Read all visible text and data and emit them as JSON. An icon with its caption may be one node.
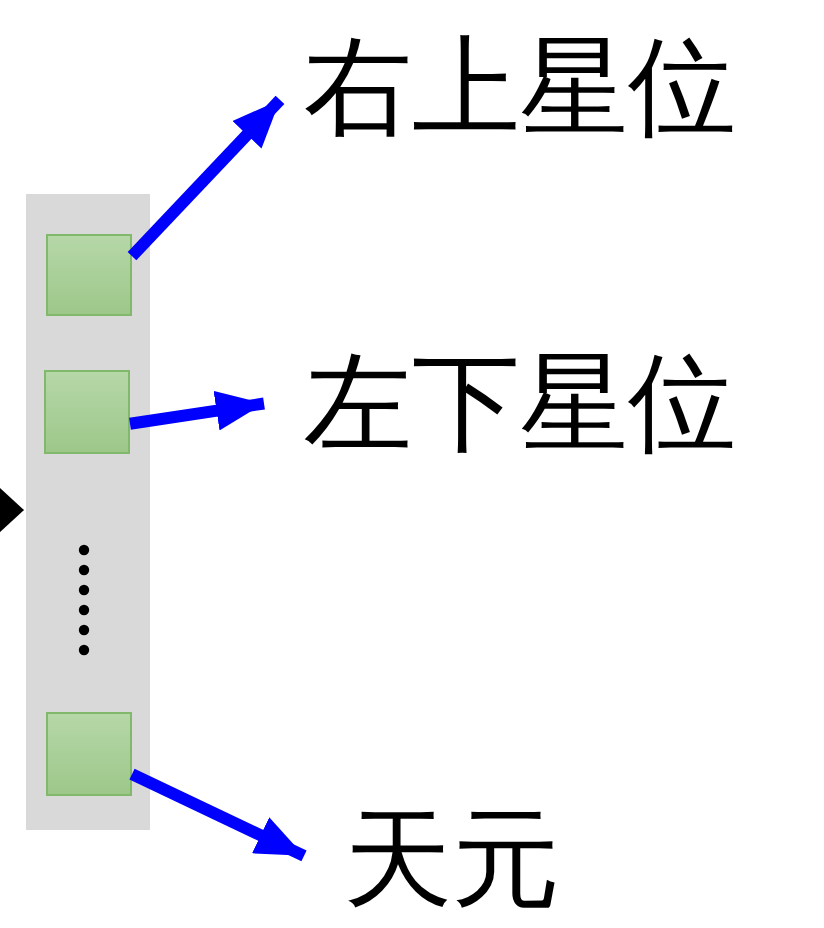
{
  "diagram": {
    "nodes": [
      {
        "text": [],
        "shape": "bar"
      },
      {
        "text": [],
        "shape": "box",
        "in": 0
      },
      {
        "text": [],
        "shape": "box",
        "in": 0
      },
      {
        "text": [],
        "shape": "box",
        "in": 0
      },
      {
        "text": [
          "右上星位"
        ]
      },
      {
        "text": [
          "左下星位"
        ]
      },
      {
        "text": [
          "天元"
        ]
      }
    ],
    "edges": [
      {
        "from": null,
        "to": 0,
        "arrow": "to",
        "color": "#000000"
      },
      {
        "from": 1,
        "to": 4,
        "arrow": "to"
      },
      {
        "from": 2,
        "to": 5,
        "arrow": "to"
      },
      {
        "from": 3,
        "to": 6,
        "arrow": "to"
      }
    ]
  }
}
